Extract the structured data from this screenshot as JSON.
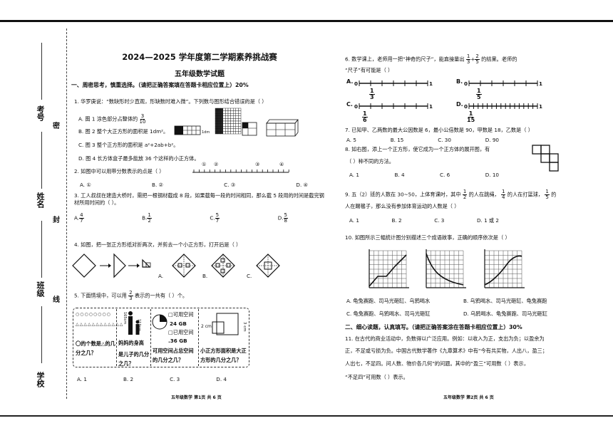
{
  "header": {
    "title": "2024—2025 学年度第二学期素养挑战赛",
    "subtitle": "五年级数学试题"
  },
  "binding": {
    "exam_no": "考号",
    "name": "姓名",
    "class": "班级",
    "school": "学校",
    "mi": "密",
    "feng": "封",
    "xian": "线"
  },
  "section1": {
    "heading": "一、周密思考，慎重选择。（请把正确答案填在答题卡相应位置上）20%"
  },
  "q1": {
    "stem": "1. 华罗庚说：“数缺形时少直观，形缺数时难入微”。下列数与图形结合错误的是（      ）",
    "a": "A. 图 1 涂色部分占整体的",
    "a_frac_n": "3",
    "a_frac_d": "10",
    "b": "B. 图 2 整个大正方形的面积是 1dm²。",
    "c": "C. 图 3 整个正方形的面积是 a²+2ab+b²。",
    "d": "D. 图 4 长方体盒子最多能放 36 个这样的小正方体。",
    "fig2_label": "1dm"
  },
  "q2": {
    "stem": "2. 如图中可以用带分数表示的点是（      ）",
    "opts": [
      "A. ①",
      "B. ②",
      "C. ③",
      "D. ④"
    ],
    "marks": [
      "①",
      "②",
      "③",
      "④"
    ]
  },
  "q3": {
    "stem": "3. 工人叔叔在建造大桥时，需把一根钢材截成 8 段，如果截每一段的时间相同，那么截 5 段用的时间是截完钢材所用时间的（      ）。",
    "opts": [
      {
        "label": "A.",
        "n": "4",
        "d": "7"
      },
      {
        "label": "B.",
        "n": "1",
        "d": "2"
      },
      {
        "label": "C.",
        "n": "5",
        "d": "7"
      },
      {
        "label": "D.",
        "n": "5",
        "d": "8"
      }
    ]
  },
  "q4": {
    "stem": "4. 如图，把一张正方形纸对折两次，并剪去一个小正方形，打开后是（      ）",
    "opts": [
      "A.",
      "B.",
      "C."
    ]
  },
  "q5": {
    "stem_a": "5. 下面情境中，可以用",
    "frac_n": "2",
    "frac_d": "3",
    "stem_b": "表示的一共有（      ）个。",
    "box1": "〇的个数是△的几分之几？",
    "box2_a": "妈妈的身高",
    "box2_b": "是儿子的几分之几？",
    "box2_h1": "165cm",
    "box2_h2": "110cm",
    "box3_a": "□可用空间",
    "box3_b": "24 GB",
    "box3_c": "□已用空间",
    "box3_d": ".36 GB",
    "box3_q": "可用空间占总空间的几分之几？",
    "box4_a": "2 cm",
    "box4_b": "3 cm",
    "box4_q": "小正方形面积是大正方形的几分之几？",
    "opts": [
      "A. 1",
      "B. 2",
      "C. 3",
      "D. 4"
    ]
  },
  "q6": {
    "stem_a": "6. 数学课上，老师用一把“神奇的尺子”，能直接量出",
    "f1n": "1",
    "f1d": "3",
    "f2n": "2",
    "f2d": "5",
    "stem_b": "的结果。老师的",
    "stem_c": "“尺子”有可能是（      ）",
    "rulers": [
      {
        "label": "A.",
        "left": "0",
        "mid_n": "1",
        "mid_d": "3",
        "right": "1"
      },
      {
        "label": "B.",
        "left": "0",
        "mid_n": "1",
        "mid_d": "5",
        "right": "1"
      },
      {
        "label": "C.",
        "left": "0",
        "mid_n": "1",
        "mid_d": "6",
        "right": "1"
      },
      {
        "label": "D.",
        "left": "0",
        "mid_n": "1",
        "mid_d": "15",
        "right": "1"
      }
    ]
  },
  "q7": {
    "stem": "7. 已知甲、乙两数的最大公因数是 6，最小公倍数是 90，甲数是 18，乙数是（      ）",
    "opts": [
      "A. 5",
      "B. 15",
      "C. 30",
      "D. 90"
    ]
  },
  "q8": {
    "stem": "8. 如右图，添上一个正方形，使它成为一个正方体的展开图，有",
    "stem2": "（      ）种不同的方法。",
    "opts": [
      "A. 1",
      "B. 4",
      "C. 6",
      "D. 10"
    ]
  },
  "q9": {
    "stem_a": "9. 五（2）班的人数在 30~50，上体育课时，其中",
    "f1n": "1",
    "f1d": "2",
    "stem_b": "的人在跳绳，",
    "f2n": "1",
    "f2d": "4",
    "stem_c": "的人在打篮球，",
    "f3n": "1",
    "f3d": "5",
    "stem_d": "的",
    "stem2": "人在踢毽子，那么没有参加体育运动的人数是（      ）",
    "opts": [
      "A. 1",
      "B. 2",
      "C. 3",
      "D. 1 或 2"
    ]
  },
  "q10": {
    "stem": "10. 如图所示三幅统计图分别描述三个成语故事，正确的顺序依次是（      ）",
    "opts": [
      "A. 龟兔赛跑、司马光砸缸、乌鸦喝水",
      "B. 乌鸦喝水、司马光砸缸、龟兔赛跑",
      "C. 龟兔赛跑、乌鸦喝水、司马光砸缸",
      "D. 乌鸦喝水、龟兔赛跑、司马光砸缸"
    ]
  },
  "section2": {
    "heading": "二、细心读题，认真填写。（请把正确答案涂在答题卡相应位置上）30%"
  },
  "q11": {
    "line1": "11. 在古代的商业活动中，负数得以广泛应用。例如：以收入为正，支出为负；以盈余为",
    "line2": "正，不足或亏损为负。中国古代数学著作《九章算术》中有“今有共买物，人出八，盈三；",
    "line3": "人出七，不足四。问人数、物价各几何”的问题。其中的“盈三”可用数（      ）表示，",
    "line4": "“不足四”可用数（      ）表示。"
  },
  "footers": {
    "left": "五年级数学    第1页    共 6 页",
    "right": "五年级数学    第2页    共 6 页"
  }
}
